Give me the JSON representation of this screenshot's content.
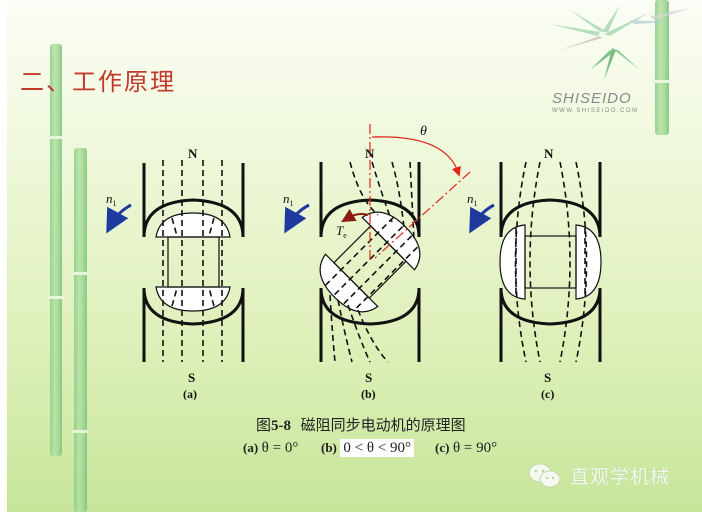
{
  "slide": {
    "title": "二、工作原理",
    "brand": {
      "name": "SHISEIDO",
      "url": "WWW.SHISEIDO.COM"
    },
    "watermark": "直观学机械"
  },
  "figure": {
    "panels": [
      {
        "id": "a",
        "label": "(a)",
        "north": "N",
        "south": "S",
        "speed_label": "n",
        "speed_sub": "1"
      },
      {
        "id": "b",
        "label": "(b)",
        "north": "N",
        "south": "S",
        "speed_label": "n",
        "speed_sub": "1",
        "torque_label": "T",
        "torque_sub": "e",
        "angle_label": "θ"
      },
      {
        "id": "c",
        "label": "(c)",
        "north": "N",
        "south": "S",
        "speed_label": "n",
        "speed_sub": "1"
      }
    ],
    "caption": {
      "prefix": "图",
      "number": "5-8",
      "text": "磁阻同步电动机的原理图"
    },
    "subcaptions": [
      {
        "label": "(a)",
        "equation": "θ = 0°"
      },
      {
        "label": "(b)",
        "equation": "0 < θ < 90°"
      },
      {
        "label": "(c)",
        "equation": "θ = 90°"
      }
    ]
  },
  "colors": {
    "title": "#c0392b",
    "arrow_blue": "#1f3a9e",
    "angle_red": "#e0261b",
    "torque_dark_red": "#8b1a10",
    "line": "#111111"
  }
}
